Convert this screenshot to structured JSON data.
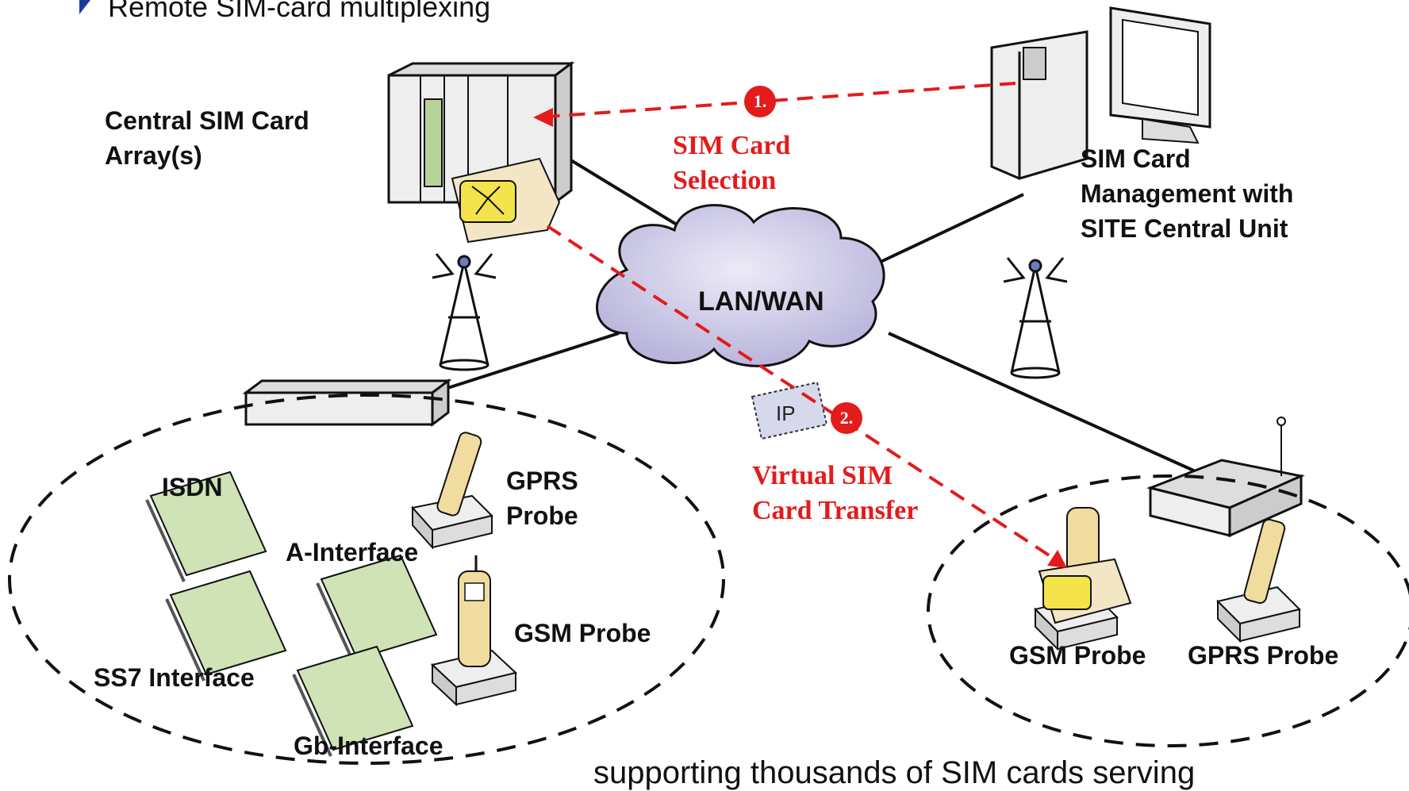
{
  "bullet": {
    "text": "Remote SIM-card multiplexing"
  },
  "labels": {
    "central_sim": [
      "Central SIM Card",
      "Array(s)"
    ],
    "sim_mgmt": [
      "SIM Card",
      "Management with",
      "SITE Central Unit"
    ],
    "network": "LAN/WAN",
    "ip": "IP",
    "step1_num": "1.",
    "step1_text": [
      "SIM Card",
      "Selection"
    ],
    "step2_num": "2.",
    "step2_text": [
      "Virtual SIM",
      "Card Transfer"
    ],
    "isdn": "ISDN",
    "gprs_probe_left": [
      "GPRS",
      "Probe"
    ],
    "a_interface": "A-Interface",
    "gsm_probe_left": "GSM Probe",
    "ss7_interface": "SS7 Interface",
    "gb_interface": "Gb-Interface",
    "gsm_probe_right": "GSM Probe",
    "gprs_probe_right": "GPRS Probe"
  },
  "footer": {
    "text": "supporting thousands of SIM cards serving"
  },
  "colors": {
    "accent_red": "#e31b1b",
    "line": "#111111",
    "cloud": "#c9c6e4",
    "card_green": "#cfe3b6",
    "chip_yellow": "#f4e34a"
  }
}
